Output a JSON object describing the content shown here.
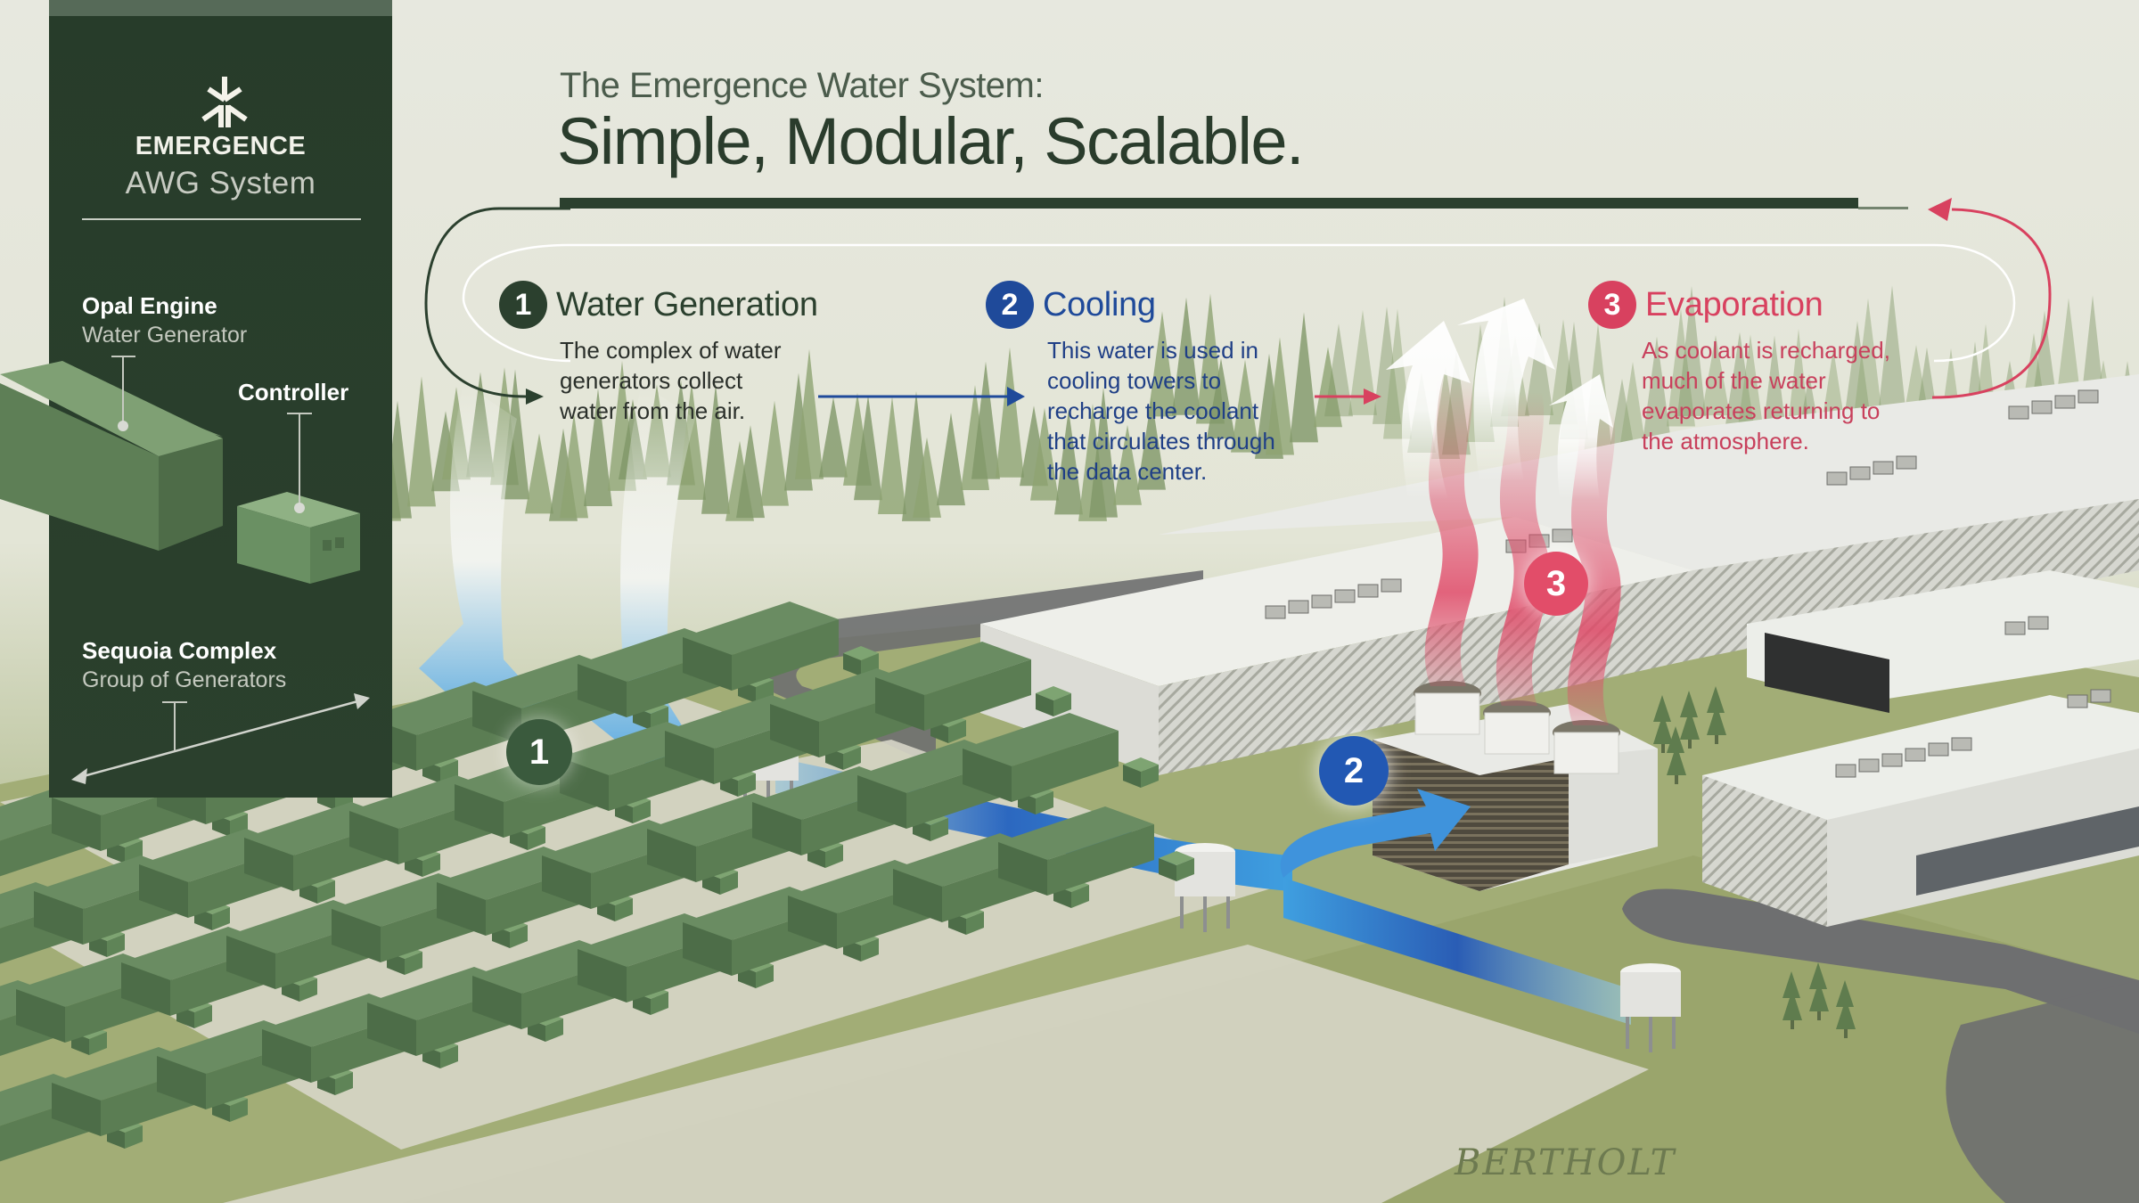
{
  "brand": {
    "logo_icon": "emergence-asterisk-icon",
    "name": "EMERGENCE",
    "subtitle": "AWG System"
  },
  "legend": {
    "opal_engine": {
      "title": "Opal Engine",
      "subtitle": "Water Generator"
    },
    "controller": {
      "title": "Controller"
    },
    "sequoia_complex": {
      "title": "Sequoia Complex",
      "subtitle": "Group of Generators"
    }
  },
  "header": {
    "kicker": "The Emergence Water System:",
    "headline": "Simple, Modular, Scalable."
  },
  "steps": [
    {
      "number": "1",
      "title": "Water Generation",
      "lines": [
        "The complex of water",
        "generators collect",
        "water from the air."
      ],
      "color": "#2b402e"
    },
    {
      "number": "2",
      "title": "Cooling",
      "lines": [
        "This water is used in",
        "cooling towers to",
        "recharge the coolant",
        "that circulates through",
        "the data center."
      ],
      "color": "#1f4a9a"
    },
    {
      "number": "3",
      "title": "Evaporation",
      "lines": [
        "As coolant is recharged,",
        "much of the water",
        "evaporates returning to",
        "the atmosphere."
      ],
      "color": "#d8415f"
    }
  ],
  "scene_badges": {
    "generation": "1",
    "cooling": "2",
    "evaporation": "3"
  },
  "signature": "BERTHOLT",
  "colors": {
    "panel": "#283d2b",
    "grass": "#9aa56e",
    "forest": "#6f8a55",
    "water_blue": "#2f7fd0",
    "evap_red": "#e04a68",
    "building": "#e9eae6"
  }
}
